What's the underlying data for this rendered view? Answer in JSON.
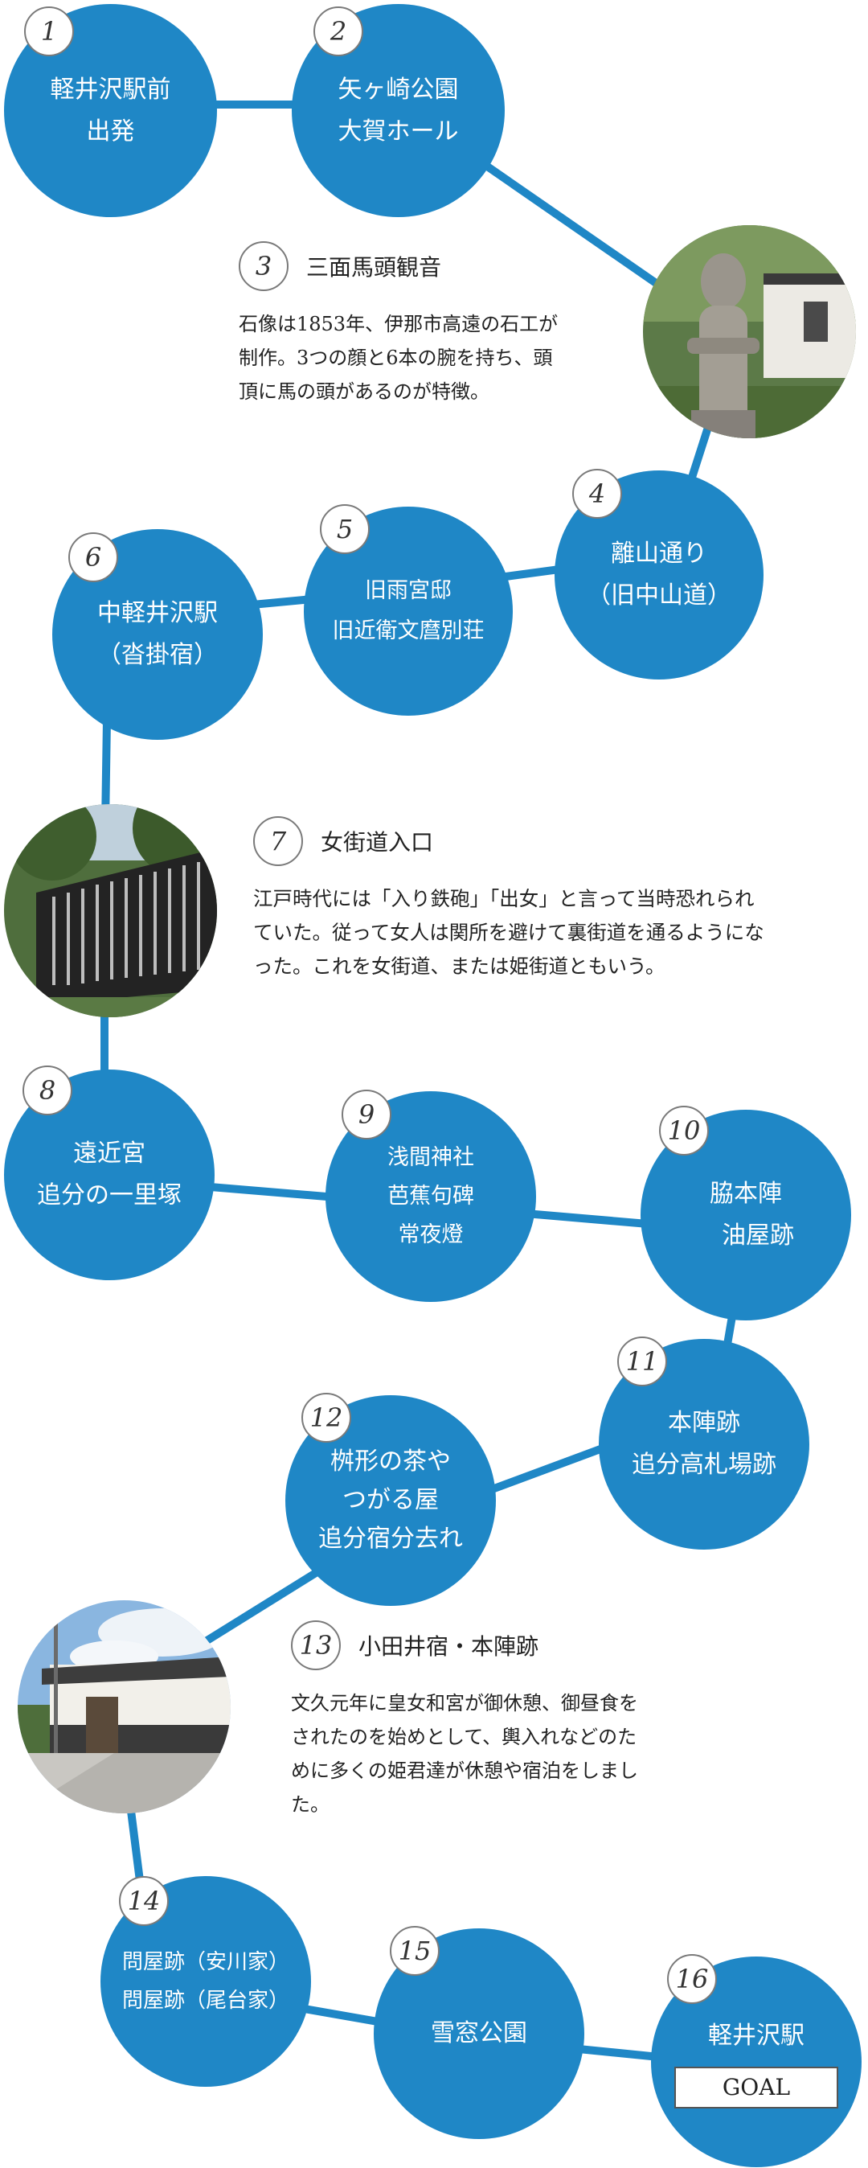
{
  "stops": [
    {
      "num": "1",
      "lines": [
        "軽井沢駅前",
        "出発"
      ]
    },
    {
      "num": "2",
      "lines": [
        "矢ヶ崎公園",
        "大賀ホール"
      ]
    },
    {
      "num": "4",
      "lines": [
        "離山通り",
        "（旧中山道）"
      ]
    },
    {
      "num": "5",
      "lines": [
        "旧雨宮邸",
        "旧近衛文麿別荘"
      ]
    },
    {
      "num": "6",
      "lines": [
        "中軽井沢駅",
        "（沓掛宿）"
      ]
    },
    {
      "num": "8",
      "lines": [
        "遠近宮",
        "追分の一里塚"
      ]
    },
    {
      "num": "9",
      "lines": [
        "浅間神社",
        "芭蕉句碑",
        "常夜燈"
      ]
    },
    {
      "num": "10",
      "lines": [
        "脇本陣",
        "　油屋跡"
      ]
    },
    {
      "num": "11",
      "lines": [
        "本陣跡",
        "追分高札場跡"
      ]
    },
    {
      "num": "12",
      "lines": [
        "桝形の茶や",
        "つがる屋",
        "追分宿分去れ"
      ]
    },
    {
      "num": "14",
      "lines": [
        "問屋跡（安川家）",
        "問屋跡（尾台家）"
      ]
    },
    {
      "num": "15",
      "lines": [
        "雪窓公園"
      ]
    },
    {
      "num": "16",
      "lines": [
        "軽井沢駅"
      ],
      "goal": "GOAL"
    }
  ],
  "highlights": [
    {
      "num": "3",
      "title": "三面馬頭観音",
      "body": [
        "石像は1853年、伊那市高遠の石工が",
        "制作。3つの顔と6本の腕を持ち、頭",
        "頂に馬の頭があるのが特徴。"
      ]
    },
    {
      "num": "7",
      "title": "女街道入口",
      "body": [
        "江戸時代には「入り鉄砲」「出女」と言って当時恐れられ",
        "ていた。従って女人は関所を避けて裏街道を通るようにな",
        "った。これを女街道、または姫街道ともいう。"
      ]
    },
    {
      "num": "13",
      "title": "小田井宿・本陣跡",
      "body": [
        "文久元年に皇女和宮が御休憩、御昼食を",
        "されたのを始めとして、輿入れなどのた",
        "めに多くの姫君達が休憩や宿泊をしまし",
        "た。"
      ]
    }
  ],
  "colors": {
    "circle": "#1f87c6",
    "route": "#1f87c6",
    "text": "#222222"
  }
}
